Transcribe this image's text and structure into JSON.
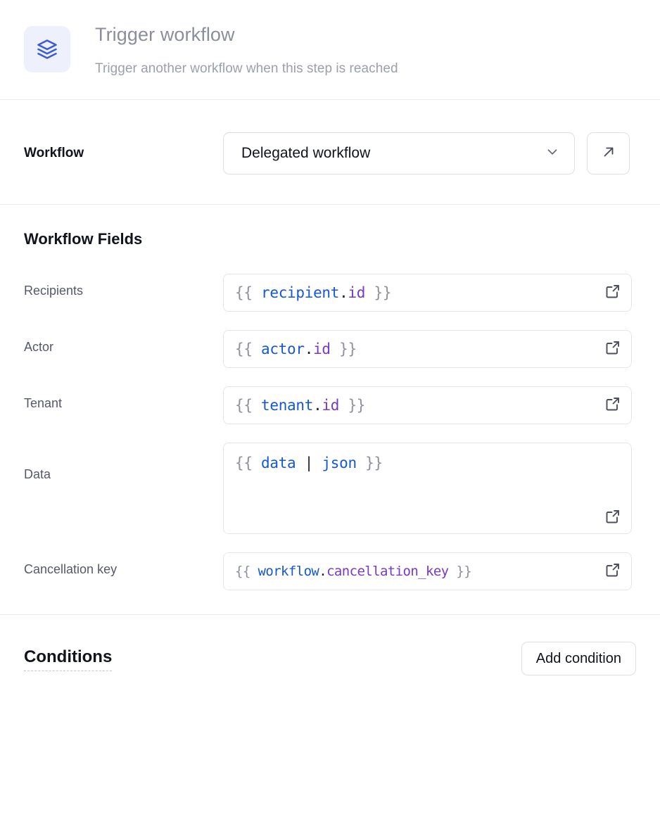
{
  "header": {
    "icon": "layers-icon",
    "icon_color": "#3b5bdb",
    "icon_bg": "#eef1fb",
    "title": "Trigger workflow",
    "subtitle": "Trigger another workflow when this step is reached"
  },
  "workflow_row": {
    "label": "Workflow",
    "selected_value": "Delegated workflow",
    "dropdown_icon": "chevron-down-icon",
    "open_button_icon": "arrow-up-right-icon"
  },
  "fields_section": {
    "title": "Workflow Fields",
    "expand_icon": "external-link-icon",
    "fields": [
      {
        "label": "Recipients",
        "name": "recipients",
        "multiline": false,
        "tokens": [
          {
            "t": "{{ ",
            "c": "brace"
          },
          {
            "t": "recipient",
            "c": "obj"
          },
          {
            "t": ".",
            "c": "dot"
          },
          {
            "t": "id",
            "c": "prop"
          },
          {
            "t": " }}",
            "c": "brace"
          }
        ]
      },
      {
        "label": "Actor",
        "name": "actor",
        "multiline": false,
        "tokens": [
          {
            "t": "{{ ",
            "c": "brace"
          },
          {
            "t": "actor",
            "c": "obj"
          },
          {
            "t": ".",
            "c": "dot"
          },
          {
            "t": "id",
            "c": "prop"
          },
          {
            "t": " }}",
            "c": "brace"
          }
        ]
      },
      {
        "label": "Tenant",
        "name": "tenant",
        "multiline": false,
        "tokens": [
          {
            "t": "{{ ",
            "c": "brace"
          },
          {
            "t": "tenant",
            "c": "obj"
          },
          {
            "t": ".",
            "c": "dot"
          },
          {
            "t": "id",
            "c": "prop"
          },
          {
            "t": " }}",
            "c": "brace"
          }
        ]
      },
      {
        "label": "Data",
        "name": "data",
        "multiline": true,
        "tokens": [
          {
            "t": "{{ ",
            "c": "brace"
          },
          {
            "t": "data",
            "c": "obj"
          },
          {
            "t": " ",
            "c": "dot"
          },
          {
            "t": "|",
            "c": "pipe"
          },
          {
            "t": " ",
            "c": "dot"
          },
          {
            "t": "json",
            "c": "filter"
          },
          {
            "t": " }}",
            "c": "brace"
          }
        ]
      },
      {
        "label": "Cancellation key",
        "name": "cancellation-key",
        "multiline": false,
        "small": true,
        "tokens": [
          {
            "t": "{{ ",
            "c": "brace"
          },
          {
            "t": "workflow",
            "c": "obj"
          },
          {
            "t": ".",
            "c": "dot"
          },
          {
            "t": "cancellation_key",
            "c": "prop"
          },
          {
            "t": " }}",
            "c": "brace"
          }
        ]
      }
    ]
  },
  "conditions_section": {
    "title": "Conditions",
    "add_button_label": "Add condition"
  },
  "colors": {
    "accent": "#3b5bdb",
    "token_object": "#1557d6",
    "token_property": "#7839c7",
    "token_brace": "#8e919c",
    "border": "#dcdfe5",
    "divider": "#e7e9ee",
    "text_muted": "#8b8f9b"
  }
}
